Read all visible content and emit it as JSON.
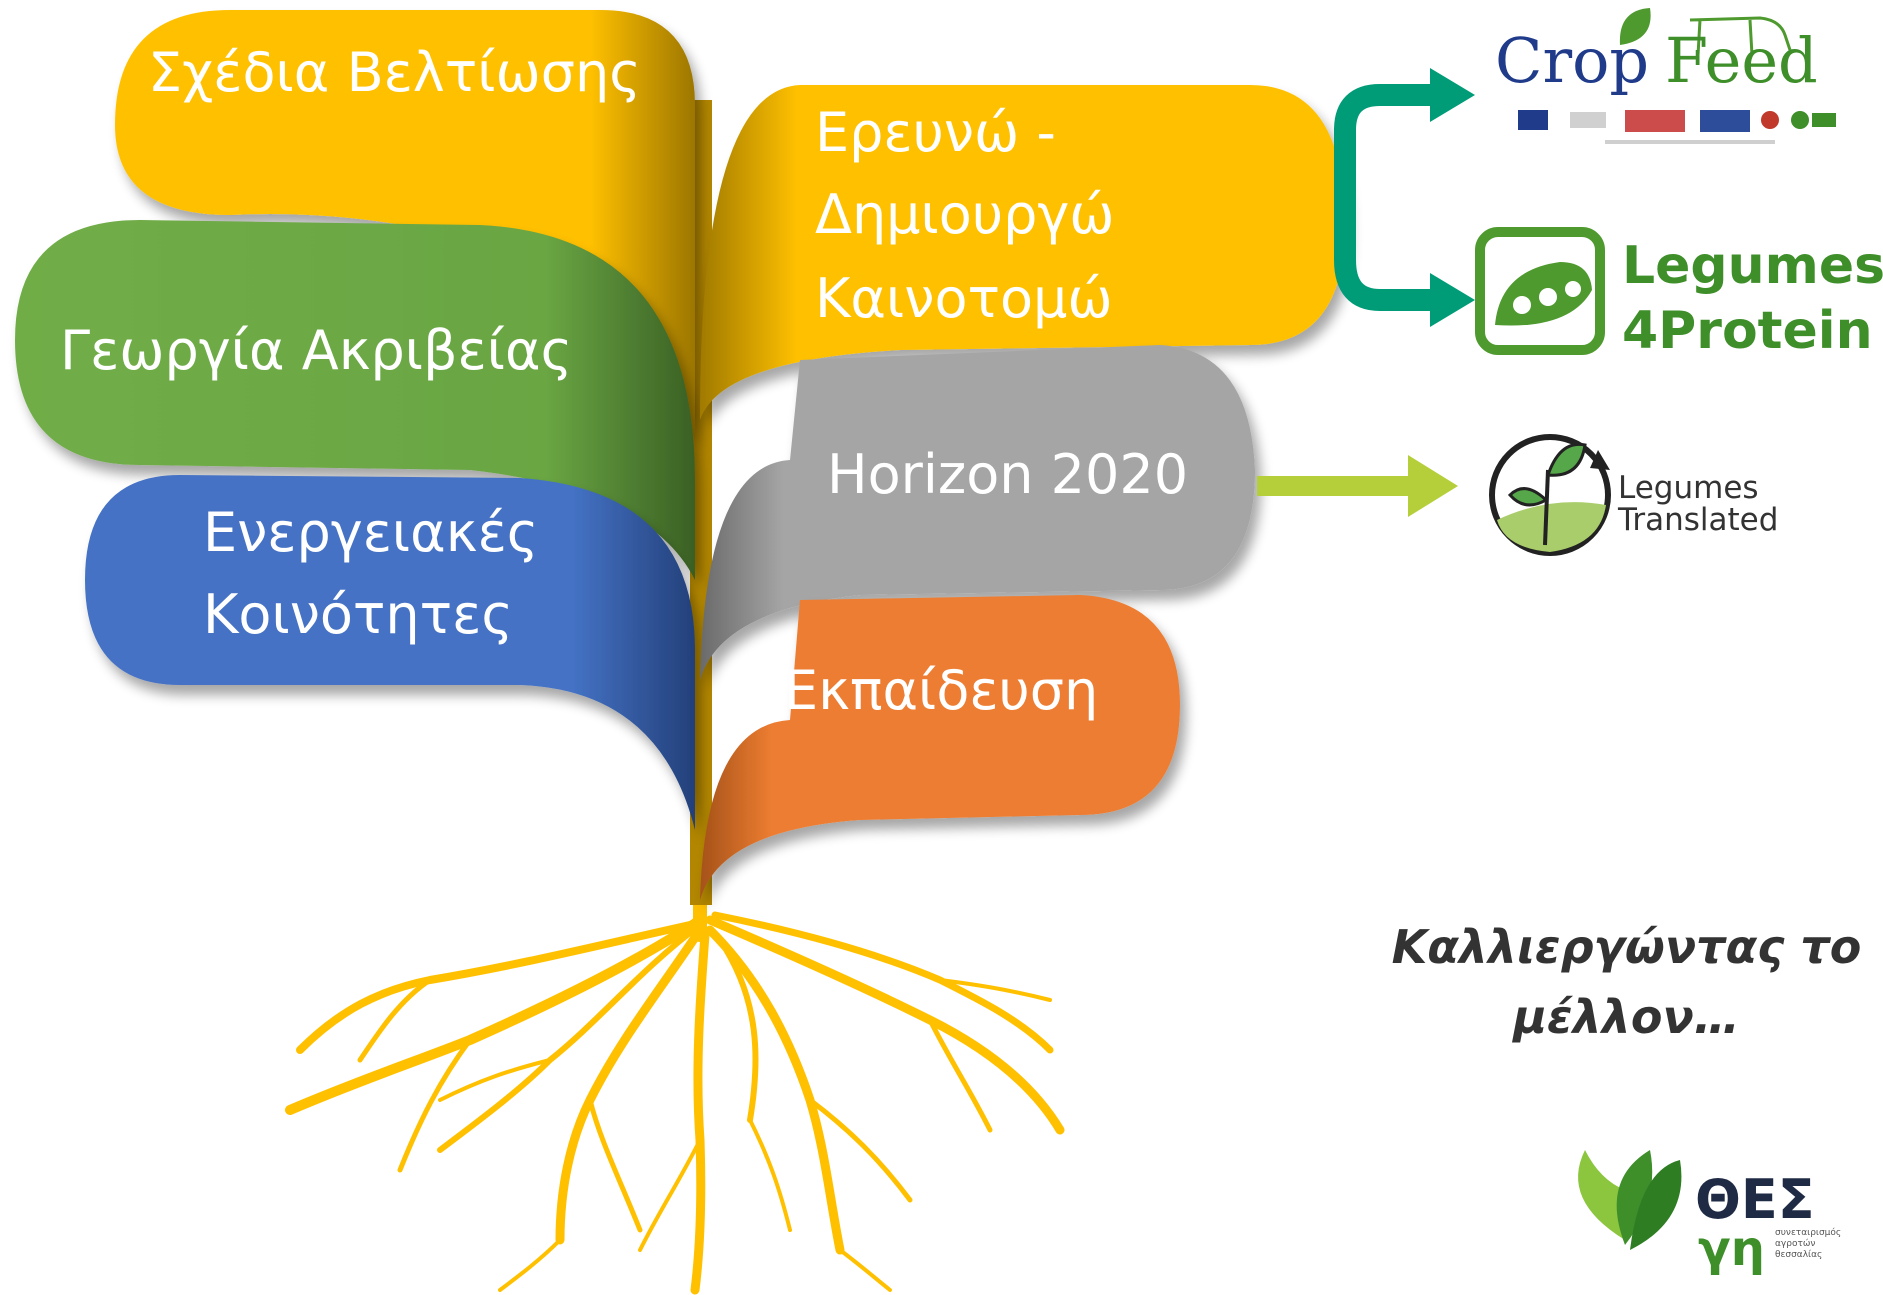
{
  "branches": {
    "sxedia": {
      "label": "Σχέδια Βελτίωσης",
      "color": "#FFC000"
    },
    "georgia": {
      "label": "Γεωργία Ακριβείας",
      "color": "#70AD47"
    },
    "energeiakes": {
      "line1": "Ενεργειακές",
      "line2": "Κοινότητες",
      "color": "#4472C4"
    },
    "erevno": {
      "line1": "Ερευνώ -",
      "line2": "Δημιουργώ",
      "line3": "Καινοτομώ",
      "color": "#FFC000"
    },
    "horizon": {
      "label": "Horizon 2020",
      "color": "#A5A5A5"
    },
    "ekpaideusi": {
      "label": "Εκπαίδευση",
      "color": "#ED7D31"
    }
  },
  "logos": {
    "cropfeed": {
      "part1": "Crop",
      "part2": "Feed"
    },
    "legumes4protein": {
      "line1": "Legumes",
      "line2": "4Protein"
    },
    "legumes_translated": {
      "line1": "Legumes",
      "line2": "Translated"
    },
    "thes": {
      "title": "ΘΕΣ",
      "sub": "γη",
      "small1": "συνεταιρισμός",
      "small2": "αγροτών",
      "small3": "θεσσαλίας"
    }
  },
  "tagline": {
    "line1": "Καλλιεργώντας το",
    "line2": "μέλλον…"
  },
  "colors": {
    "roots": "#FFC000",
    "teal_arrow": "#009B77",
    "lime_arrow": "#B5CF3A"
  },
  "icons": [
    "root-system-icon",
    "leaf-icon",
    "cow-icon",
    "eu-flag-icon"
  ]
}
